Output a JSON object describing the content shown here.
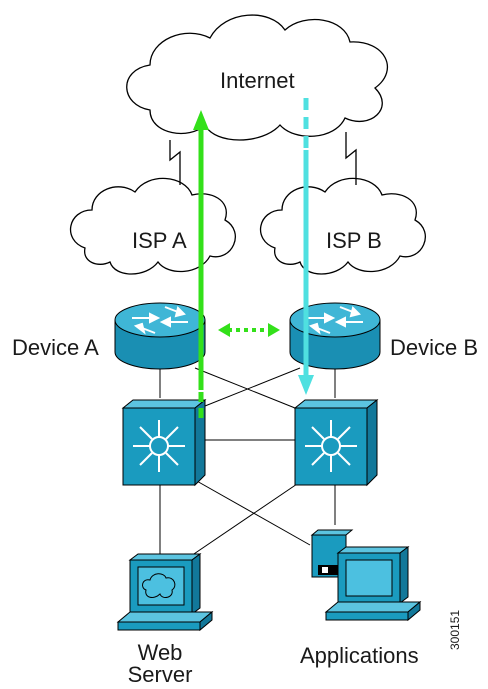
{
  "labels": {
    "internet": "Internet",
    "isp_a": "ISP A",
    "isp_b": "ISP B",
    "device_a": "Device A",
    "device_b": "Device B",
    "web_server_line1": "Web",
    "web_server_line2": "Server",
    "applications": "Applications",
    "figure_id": "300151"
  },
  "colors": {
    "cloud_stroke": "#000000",
    "device_fill": "#1a9bbf",
    "device_top": "#3fb6d6",
    "active_path": "#33e01a",
    "standby_path": "#4fe0e0",
    "link": "#000000"
  }
}
